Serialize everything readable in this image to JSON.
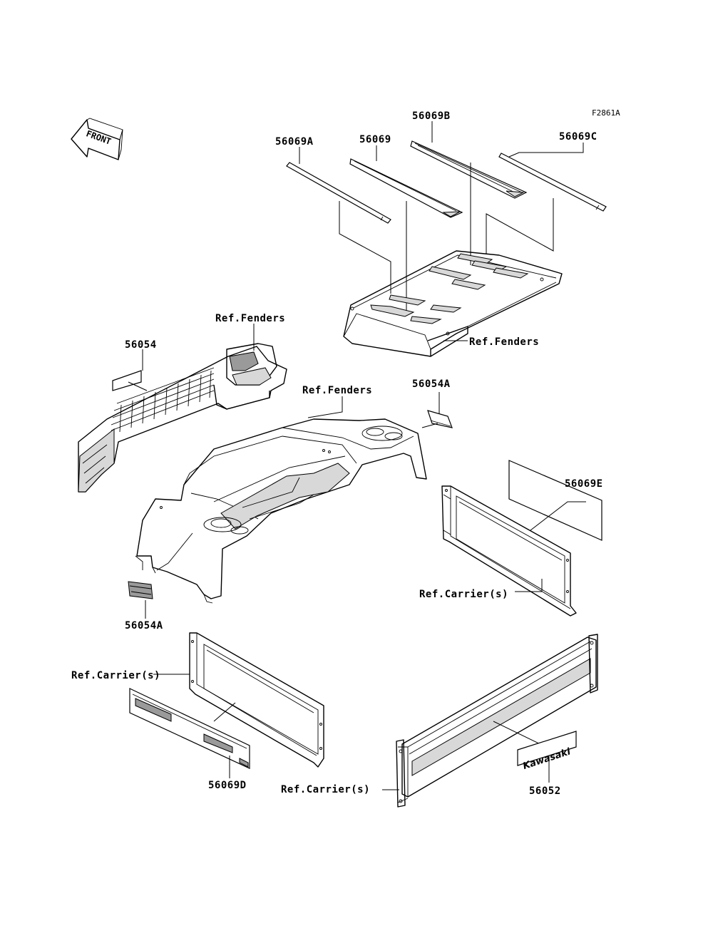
{
  "figure_id": "F2861A",
  "front_indicator": "FRONT",
  "labels": {
    "p56069A": "56069A",
    "p56069": "56069",
    "p56069B": "56069B",
    "p56069C": "56069C",
    "ref_fenders_roof": "Ref.Fenders",
    "ref_fenders_top": "Ref.Fenders",
    "ref_fenders_mid": "Ref.Fenders",
    "p56054": "56054",
    "p56054A_right": "56054A",
    "p56069E": "56069E",
    "ref_carriers_right": "Ref.Carrier(s)",
    "p56054A_bottom": "56054A",
    "ref_carriers_left": "Ref.Carrier(s)",
    "p56069D": "56069D",
    "ref_carriers_bottom": "Ref.Carrier(s)",
    "p56052": "56052"
  },
  "decal_text": {
    "tailgate_logo": "Kawasaki"
  },
  "icons": {
    "front_arrow": "front-arrow-icon"
  }
}
